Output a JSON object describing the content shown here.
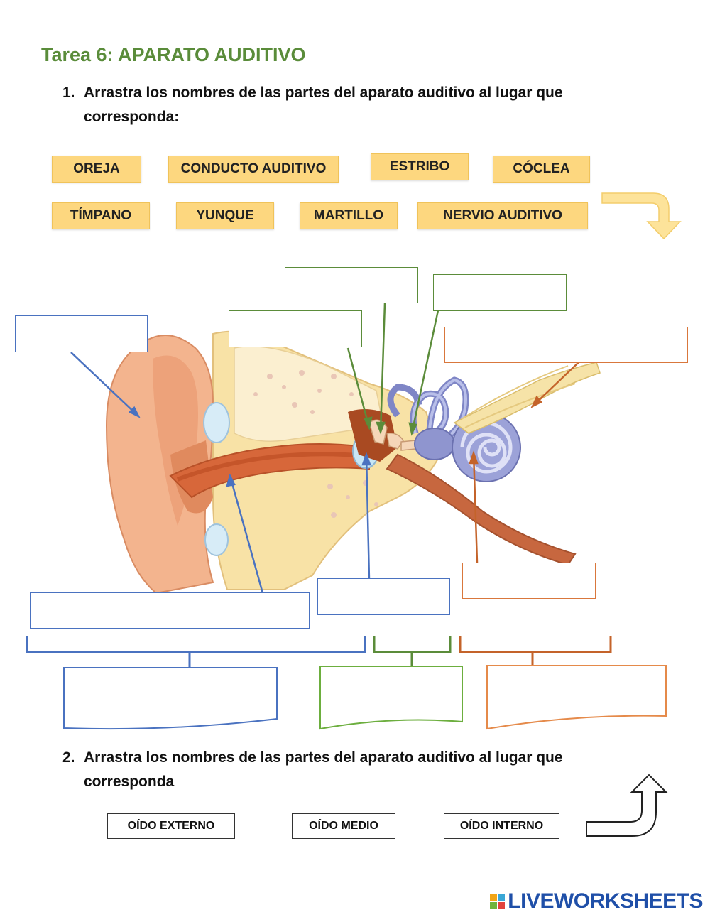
{
  "title": "Tarea 6: APARATO AUDITIVO",
  "question1": {
    "number": "1.",
    "line1": "Arrastra los nombres de las partes del aparato auditivo al lugar que",
    "line2": "corresponda:"
  },
  "word_bank": [
    "OREJA",
    "CONDUCTO AUDITIVO",
    "ESTRIBO",
    "CÓCLEA",
    "TÍMPANO",
    "YUNQUE",
    "MARTILLO",
    "NERVIO AUDITIVO"
  ],
  "question2": {
    "number": "2.",
    "line1": "Arrastra los nombres de las partes del aparato auditivo al lugar que",
    "line2": "corresponda"
  },
  "ear_sections": [
    "OÍDO EXTERNO",
    "OÍDO MEDIO",
    "OÍDO INTERNO"
  ],
  "footer": {
    "brand": "LIVEWORKSHEETS"
  },
  "colors": {
    "title": "#5a8c3a",
    "chip": "#fdd77f",
    "blue": "#4a72c0",
    "green": "#5b8c3a",
    "orange": "#d9773c"
  }
}
